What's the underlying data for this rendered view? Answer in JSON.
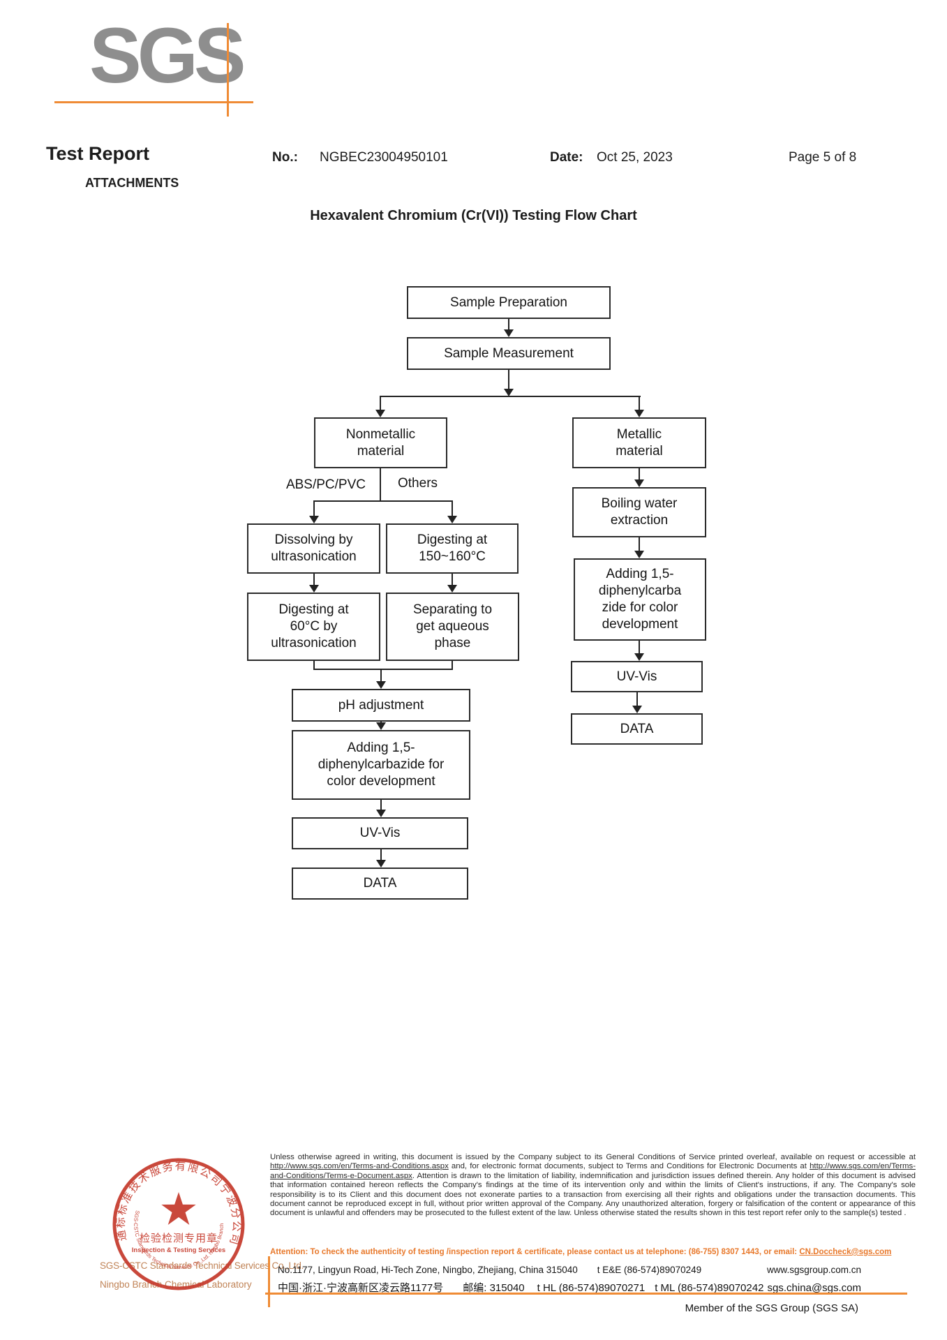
{
  "logo": {
    "text": "SGS"
  },
  "header": {
    "title": "Test Report",
    "attachments": "ATTACHMENTS",
    "no_label": "No.:",
    "no_value": "NGBEC23004950101",
    "date_label": "Date:",
    "date_value": "Oct 25, 2023",
    "page_info": "Page 5 of 8"
  },
  "flowchart": {
    "title": "Hexavalent Chromium (Cr(VI)) Testing Flow Chart",
    "nodes": {
      "sample_preparation": "Sample Preparation",
      "sample_measurement": "Sample Measurement",
      "nonmetallic": "Nonmetallic\nmaterial",
      "metallic": "Metallic\nmaterial",
      "abs_label": "ABS/PC/PVC",
      "others_label": "Others",
      "dissolving": "Dissolving by\nultrasonication",
      "digesting_150": "Digesting at\n150~160°C",
      "digesting_60": "Digesting at\n60°C by\nultrasonication",
      "separating": "Separating to\nget aqueous\nphase",
      "ph_adjustment": "pH adjustment",
      "adding_left": "Adding 1,5-\ndiphenylcarbazide for\ncolor development",
      "uv_vis_left": "UV-Vis",
      "data_left": "DATA",
      "boiling": "Boiling water\nextraction",
      "adding_right": "Adding 1,5-\ndiphenylcarba\nzide for color\ndevelopment",
      "uv_vis_right": "UV-Vis",
      "data_right": "DATA"
    }
  },
  "stamp": {
    "ring_top": "通标标准技术服务有限公司宁波分公司",
    "ring_bottom": "SGS-CSTC Standards Technical Services Co.,Ltd. Ningbo Branch",
    "center_cn": "检验检测专用章",
    "center_en": "Inspection & Testing Services"
  },
  "footer": {
    "company_line1": "SGS-CSTC Standards Technical Services Co.,Ltd.",
    "company_line2": "Ningbo Branch Chemical Laboratory",
    "disclaimer_segments": [
      {
        "text": "Unless otherwise agreed in writing, this document is issued by the Company subject to its General Conditions of Service printed overleaf, available on request or accessible at ",
        "underline": false
      },
      {
        "text": "http://www.sgs.com/en/Terms-and-Conditions.aspx",
        "underline": true
      },
      {
        "text": " and, for electronic format documents, subject to Terms and Conditions for Electronic Documents at ",
        "underline": false
      },
      {
        "text": "http://www.sgs.com/en/Terms-and-Conditions/Terms-e-Document.aspx",
        "underline": true
      },
      {
        "text": ". Attention is drawn to the limitation of liability, indemnification and jurisdiction issues defined therein. Any holder of this document is advised that information contained hereon reflects the Company's findings at the time of its intervention only and within the limits of Client's instructions, if any. The Company's sole responsibility is to its Client and this document does not exonerate parties to a transaction from exercising all their rights and obligations under the transaction documents. This document cannot be reproduced except in full, without prior written approval of the Company. Any unauthorized alteration, forgery or falsification of the content or appearance of this document is unlawful and offenders may be prosecuted to the fullest extent of the law. Unless otherwise stated the results shown in this test report refer only to the sample(s) tested .",
        "underline": false
      }
    ],
    "attention_segments": [
      {
        "text": "Attention: To check the authenticity of testing /inspection report & certificate, please contact us at telephone: (86-755) 8307 1443, or email: ",
        "underline": false
      },
      {
        "text": "CN.Doccheck@sgs.com",
        "underline": true
      }
    ],
    "address_en": "No.1177, Lingyun Road, Hi-Tech Zone, Ningbo, Zhejiang, China 315040",
    "phone_en": "t E&E (86-574)89070249",
    "website": "www.sgsgroup.com.cn",
    "address_cn": "中国·浙江·宁波高新区凌云路1177号",
    "postcode_cn": "邮编: 315040",
    "phone_hl": "t HL (86-574)89070271",
    "phone_ml": "t ML (86-574)89070242",
    "email": "sgs.china@sgs.com",
    "member": "Member of the SGS Group (SGS SA)"
  },
  "colors": {
    "accent_orange": "#ef8b35",
    "attention_orange": "#e8792c",
    "stamp_red": "#c5392b",
    "logo_gray": "#8e8e8e",
    "company_tan": "#c08356"
  }
}
